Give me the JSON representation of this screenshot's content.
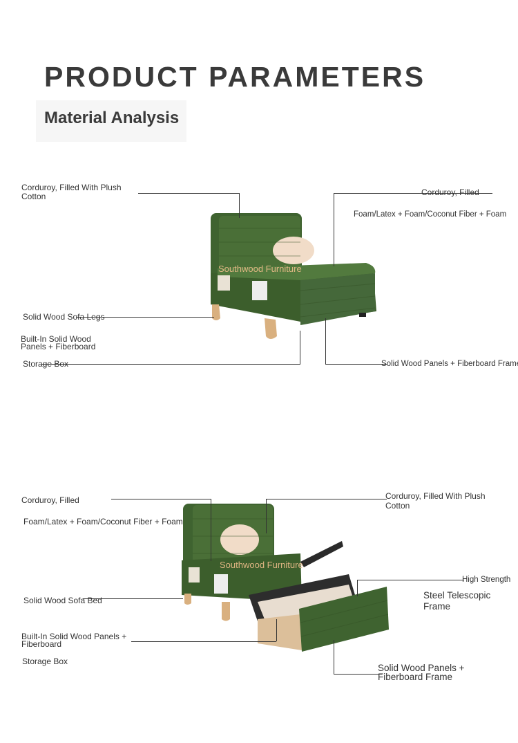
{
  "header": {
    "title": "PRODUCT PARAMETERS",
    "subtitle": "Material Analysis"
  },
  "section1": {
    "labels": {
      "backrest": "Corduroy, Filled With Plush Cotton",
      "seat_cover": "Corduroy, Filled",
      "seat_fill": "Foam/Latex + Foam/Coconut Fiber + Foam",
      "legs": "Solid Wood Sofa Legs",
      "panels": "Built-In Solid Wood Panels + Fiberboard",
      "storage": "Storage Box",
      "frame": "Solid Wood Panels + Fiberboard Frame"
    },
    "watermark": "Southwood Furniture"
  },
  "section2": {
    "labels": {
      "seat_cover": "Corduroy, Filled",
      "seat_fill": "Foam/Latex + Foam/Coconut Fiber + Foam",
      "backrest": "Corduroy, Filled With Plush Cotton",
      "high_strength": "High Strength",
      "telescopic": "Steel Telescopic Frame",
      "sofa_bed": "Solid Wood Sofa Bed",
      "panels": "Built-In Solid Wood Panels + Fiberboard",
      "storage": "Storage Box",
      "frame": "Solid Wood Panels + Fiberboard Frame"
    },
    "watermark": "Southwood Furniture"
  },
  "colors": {
    "upholstery": "#3d5f2a",
    "wood": "#d9b07f",
    "text": "#333333"
  }
}
